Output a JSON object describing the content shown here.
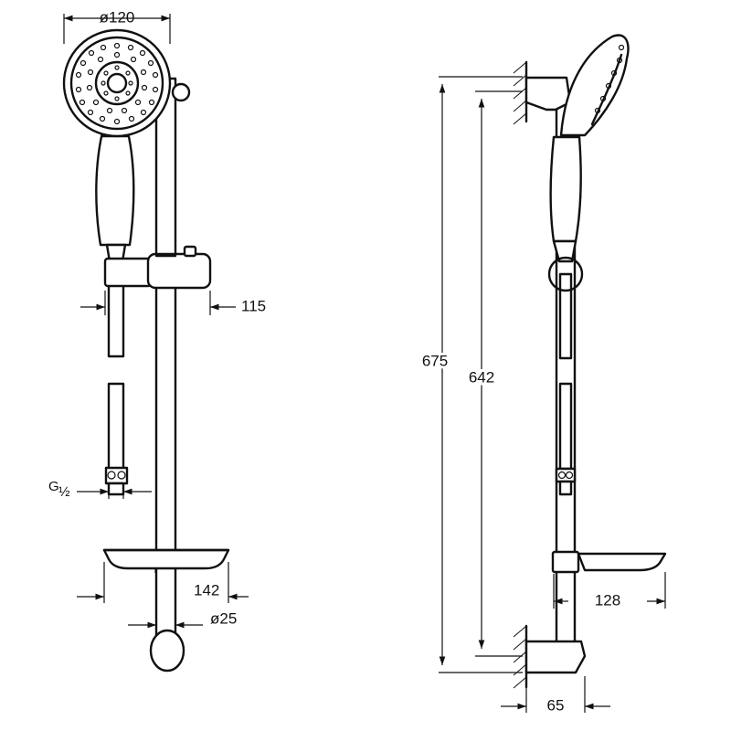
{
  "dimensions": {
    "head_diameter": "ø120",
    "slider_offset": "115",
    "hose_thread_top": "G",
    "hose_thread_frac": "½",
    "tray_width": "142",
    "rail_diameter": "ø25",
    "total_height": "675",
    "bracket_distance": "642",
    "tray_depth": "128",
    "wall_distance": "65"
  }
}
